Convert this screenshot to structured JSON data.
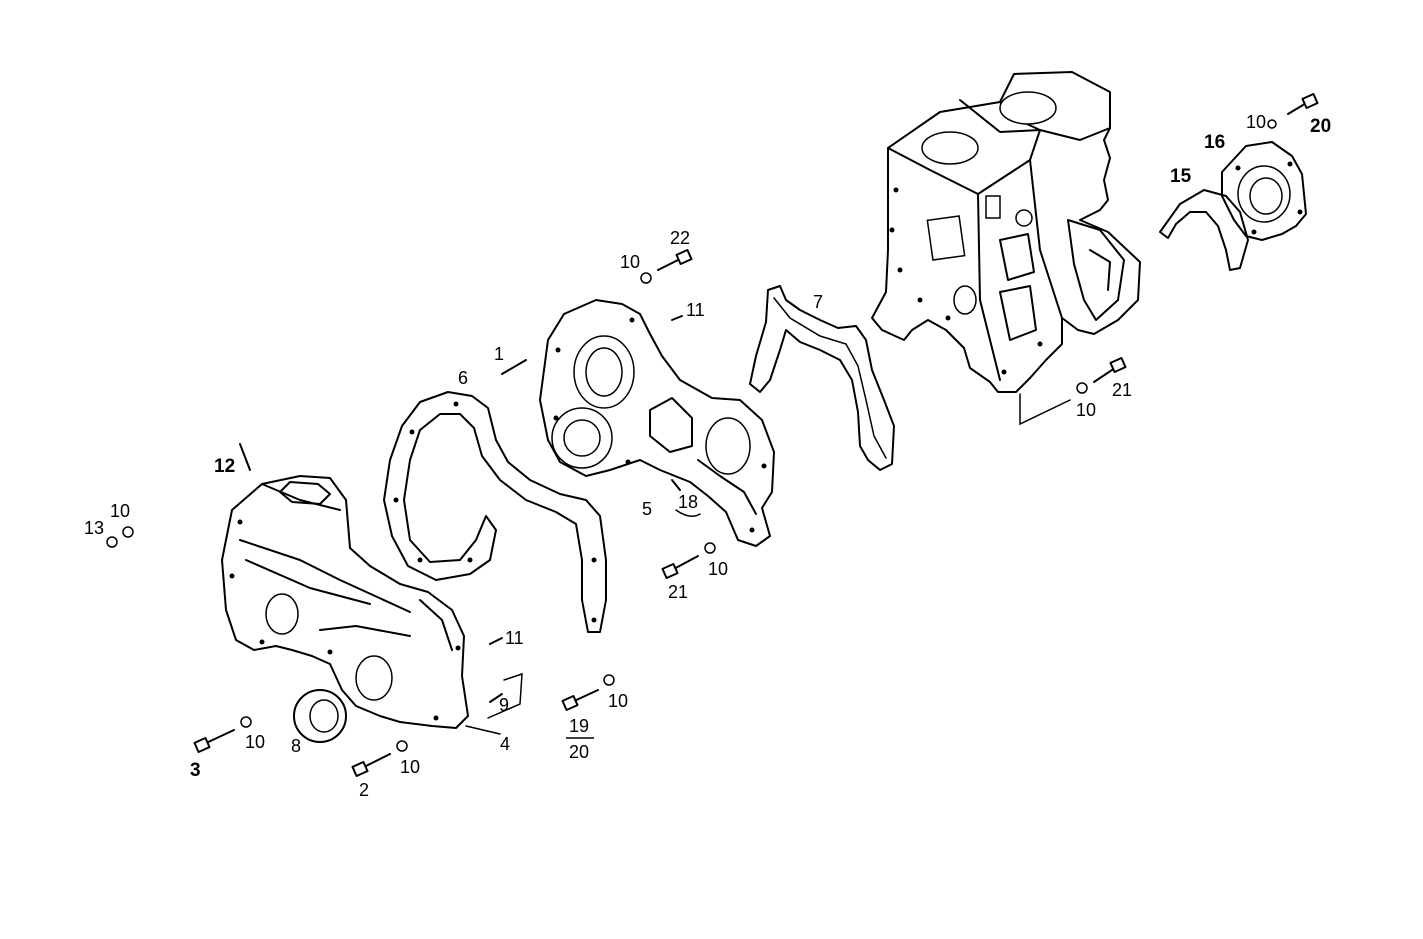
{
  "labels": {
    "l1": "1",
    "l2": "2",
    "l3": "3",
    "l4": "4",
    "l5": "5",
    "l6": "6",
    "l7": "7",
    "l8": "8",
    "l9": "9",
    "l10a": "10",
    "l10b": "10",
    "l10c": "10",
    "l10d": "10",
    "l10e": "10",
    "l10f": "10",
    "l10g": "10",
    "l10h": "10",
    "l11a": "11",
    "l11b": "11",
    "l12": "12",
    "l13": "13",
    "l15": "15",
    "l16": "16",
    "l18": "18",
    "l19": "19",
    "l20a": "20",
    "l20b": "20",
    "l21a": "21",
    "l21b": "21",
    "l22": "22"
  }
}
